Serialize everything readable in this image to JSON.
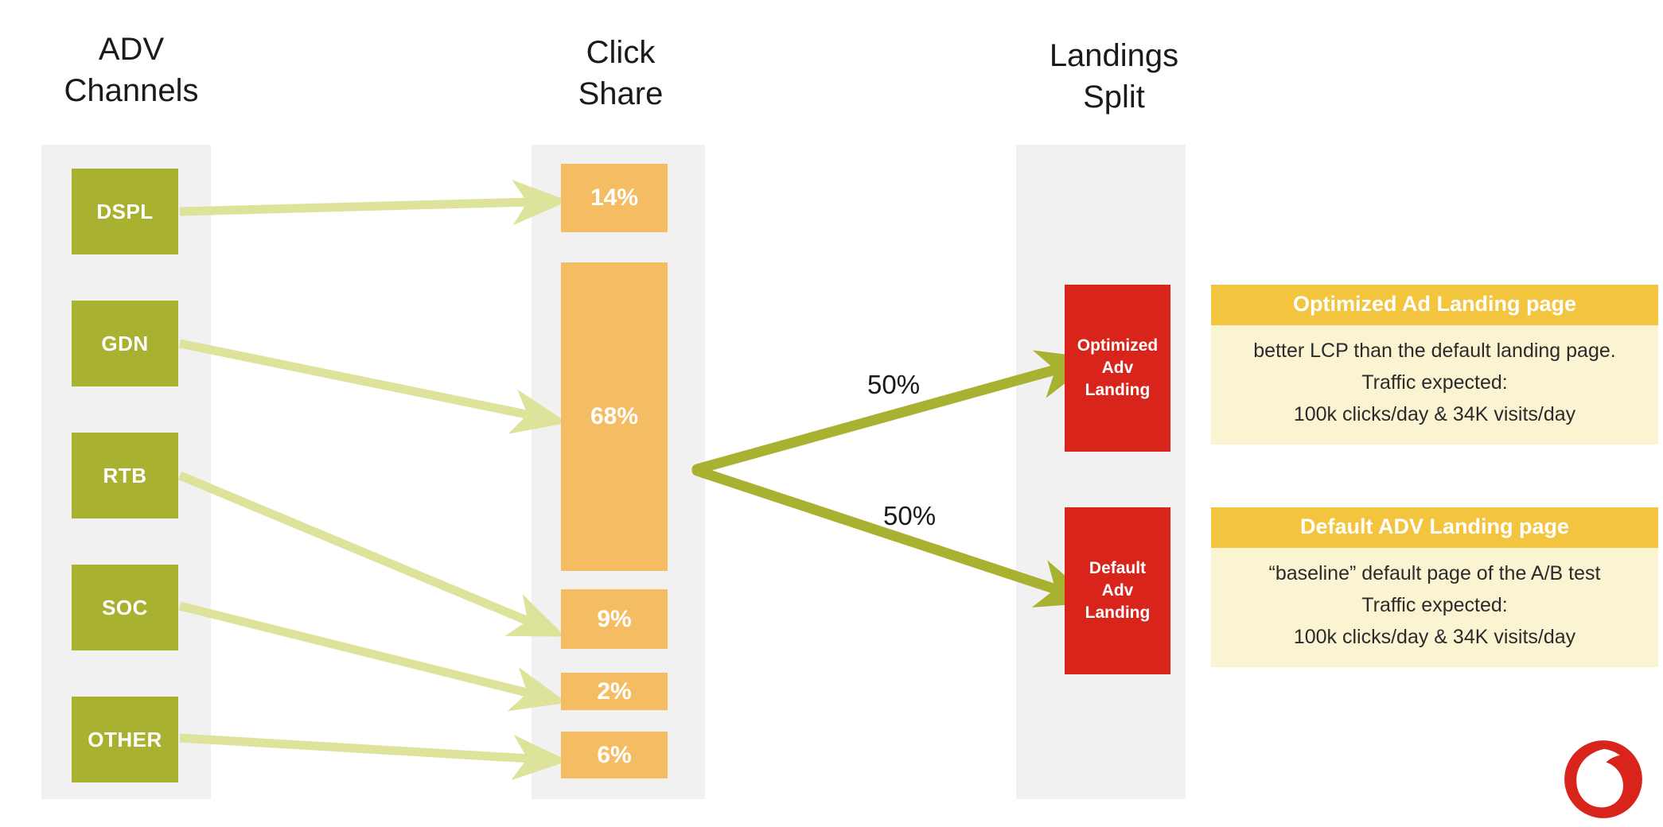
{
  "columns": {
    "adv": {
      "title": "ADV\nChannels"
    },
    "click": {
      "title": "Click\nShare"
    },
    "landings": {
      "title": "Landings\nSplit"
    }
  },
  "adv_channels": [
    {
      "label": "DSPL"
    },
    {
      "label": "GDN"
    },
    {
      "label": "RTB"
    },
    {
      "label": "SOC"
    },
    {
      "label": "OTHER"
    }
  ],
  "click_share": [
    {
      "label": "14%",
      "value": 14,
      "source": "DSPL"
    },
    {
      "label": "68%",
      "value": 68,
      "source": "GDN"
    },
    {
      "label": "9%",
      "value": 9,
      "source": "RTB"
    },
    {
      "label": "2%",
      "value": 2,
      "source": "SOC"
    },
    {
      "label": "6%",
      "value": 6,
      "source": "OTHER"
    }
  ],
  "split": {
    "top_label": "50%",
    "bottom_label": "50%"
  },
  "landings": [
    {
      "label": "Optimized\nAdv\nLanding"
    },
    {
      "label": "Default\nAdv\nLanding"
    }
  ],
  "info_cards": [
    {
      "heading": "Optimized Ad Landing page",
      "body": "better LCP than the default landing page.\nTraffic expected:\n100k clicks/day  & 34K visits/day"
    },
    {
      "heading": "Default ADV Landing page",
      "body": "“baseline” default page of the A/B test\nTraffic expected:\n100k clicks/day  & 34K visits/day"
    }
  ],
  "logo": {
    "name": "vodafone-logo"
  },
  "chart_data": {
    "type": "diagram-sankey",
    "title": "ADV Channels → Click Share → Landings Split",
    "stages": [
      "ADV Channels",
      "Click Share",
      "Landings Split"
    ],
    "categories": [
      "DSPL",
      "GDN",
      "RTB",
      "SOC",
      "OTHER"
    ],
    "values": [
      14,
      68,
      9,
      2,
      6
    ],
    "value_labels": [
      "14%",
      "68%",
      "9%",
      "2%",
      "6%"
    ],
    "ylabel": "Click Share (%)",
    "split": {
      "categories": [
        "Optimized Adv Landing",
        "Default Adv Landing"
      ],
      "values": [
        50,
        50
      ],
      "labels": [
        "50%",
        "50%"
      ]
    }
  },
  "colors": {
    "channel_green": "#a8b130",
    "bar_orange": "#f5bd63",
    "landing_red": "#d9241b",
    "card_header": "#f3c53f",
    "card_body": "#fbf4d2",
    "arrow_light": "#dde39a",
    "arrow_bold": "#a8b130",
    "panel_gray": "#f1f1f1",
    "vodafone_red": "#d9241b"
  }
}
